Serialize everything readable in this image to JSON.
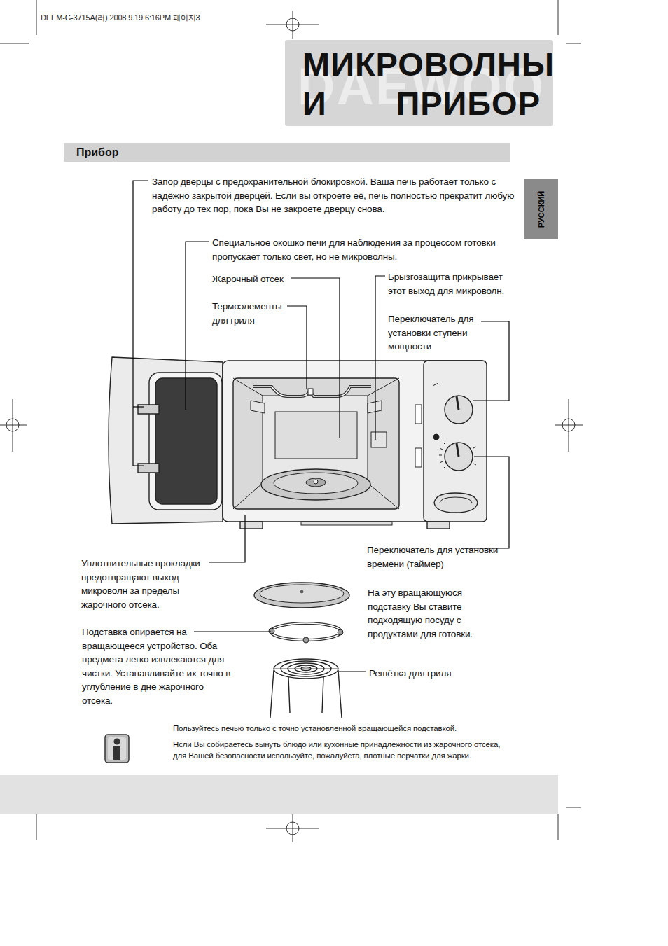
{
  "diagram": {
    "title": "МИКРОВОЛНЫ И ПРИБОР",
    "nodes": [
      {
        "text": [
          "Прибор"
        ]
      },
      {
        "text": [
          "РУССКИЙ"
        ]
      }
    ],
    "labels": [
      "DEEM-G-3715A(러) 2008.9.19 6:16PM 페이지3",
      "DAEWOO",
      "Запор дверцы с предохранительной блокировкой. Ваша печь работает только с надёжно закрытой дверцей. Если вы откроете её, печь полностью прекратит любую работу до тех пор, пока Вы не закроете дверцу снова.",
      "Специальное окошко печи для наблюдения за процессом готовки пропускает только свет, но не микроволны.",
      "Жарочный отсек",
      "Термоэлементы для гриля",
      "Брызгозащита прикрывает этот выход для микроволн.",
      "Переключатель для установки ступени мощности",
      "Уплотнительные прокладки предотвращают выход микроволн за пределы жарочного отсека.",
      "Переключатель для установки времени (таймер)",
      "На эту вращающуюся подставку Вы ставите подходящую посуду с продуктами для готовки.",
      "Подставка опирается на вращающееся устройство. Оба предмета легко извлекаются для чистки. Устанавливайте их точно в углубление в дне жарочного отсека.",
      "Решётка для гриля",
      "Пользуйтесь печью только с точно установленной вращающейся подставкой.",
      "Нсли Вы собираетесь вынуть блюдо или кухонные принадлежности из жарочного отсека, для Вашей безопасности используйте, пожалуйста, плотные перчатки для жарки."
    ]
  }
}
